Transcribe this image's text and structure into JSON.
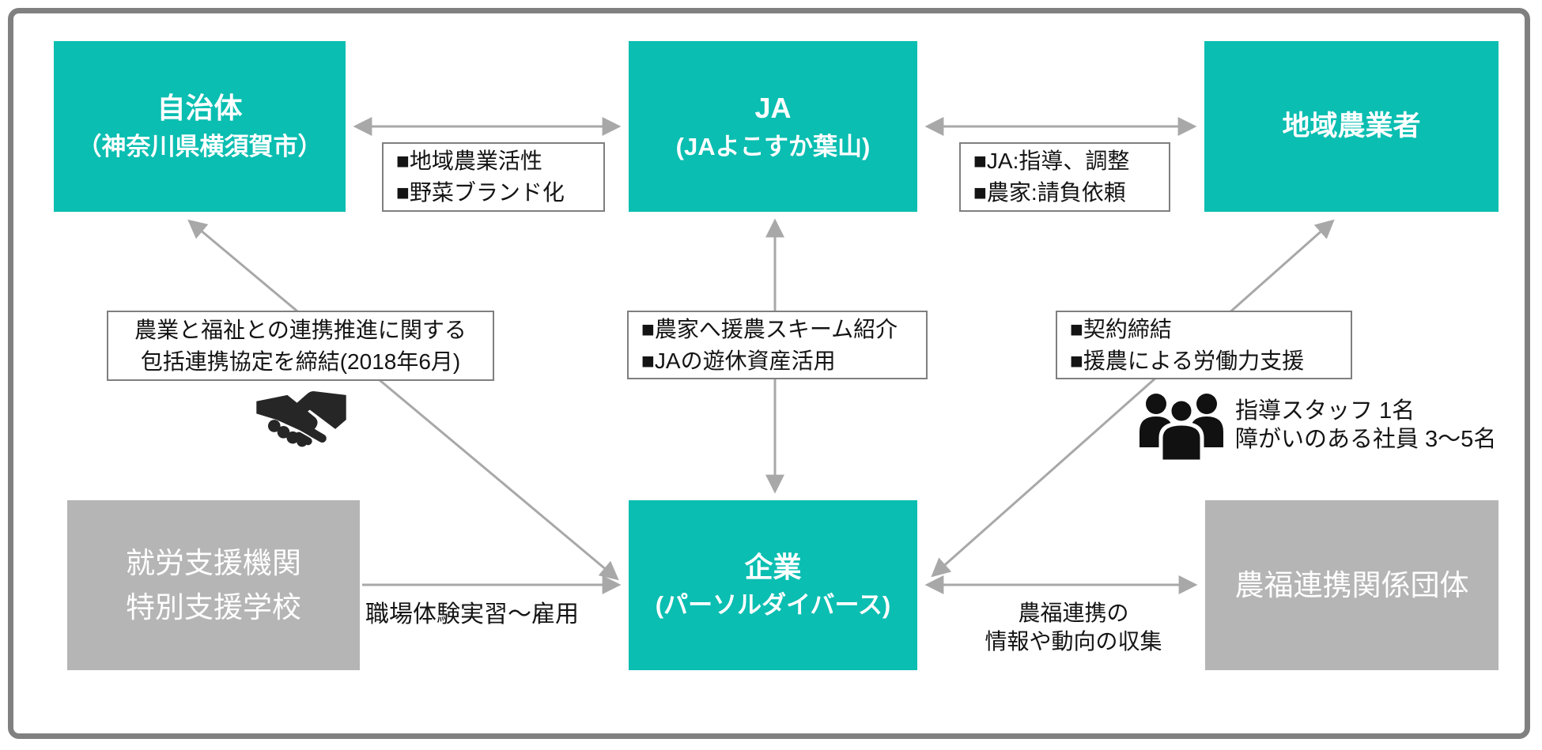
{
  "colors": {
    "teal": "#0ABEB1",
    "gray_box": "#B5B5B5",
    "arrow": "#A8A8A8",
    "label_border": "#7F7F7F",
    "frame_border": "#808080",
    "icon_dark": "#262626",
    "text": "#141414"
  },
  "nodes": {
    "municipality": {
      "line1": "自治体",
      "line2": "（神奈川県横須賀市）"
    },
    "ja": {
      "line1": "JA",
      "line2": "(JAよこすか葉山)"
    },
    "farmers": {
      "line1": "地域農業者"
    },
    "support": {
      "line1": "就労支援機関",
      "line2": "特別支援学校"
    },
    "company": {
      "line1": "企業",
      "line2": "(パーソルダイバース)"
    },
    "org": {
      "line1": "農福連携関係団体"
    }
  },
  "labels": {
    "municipality_ja": {
      "line1": "■地域農業活性",
      "line2": "■野菜ブランド化"
    },
    "ja_farmers": {
      "line1": "■JA:指導、調整",
      "line2": "■農家:請負依頼"
    },
    "agreement": {
      "line1": "農業と福祉との連携推進に関する",
      "line2": "包括連携協定を締結(2018年6月)"
    },
    "scheme": {
      "line1": "■農家へ援農スキーム紹介",
      "line2": "■JAの遊休資産活用"
    },
    "contract": {
      "line1": "■契約締結",
      "line2": "■援農による労働力支援"
    },
    "employment": {
      "text": "職場体験実習～雇用"
    },
    "info": {
      "line1": "農福連携の",
      "line2": "情報や動向の収集"
    },
    "staff": {
      "line1": "指導スタッフ 1名",
      "line2": "障がいのある社員 3～5名"
    }
  },
  "icons": {
    "handshake": "handshake-icon",
    "people": "people-group-icon"
  }
}
